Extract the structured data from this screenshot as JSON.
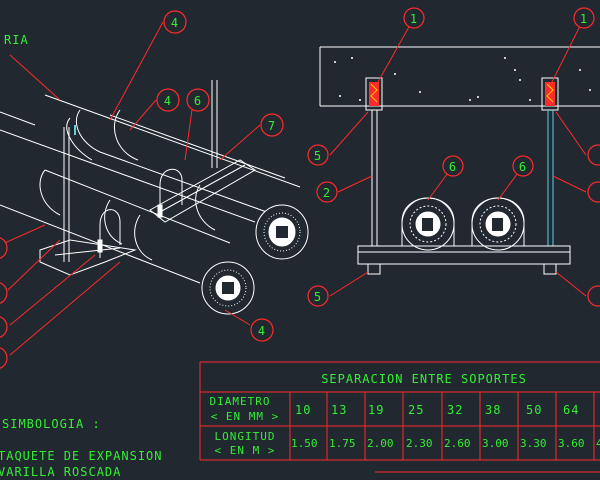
{
  "colors": {
    "background": "#212830",
    "leader": "#ff2a2a",
    "text": "#33ee33",
    "lines": "#ffffff",
    "accent": "#5ad2e6"
  },
  "labels": {
    "top_left_partial": "RIA",
    "callout_1": "1",
    "callout_2": "2",
    "callout_4": "4",
    "callout_5": "5",
    "callout_6": "6",
    "callout_7": "7"
  },
  "table": {
    "title": "SEPARACION ENTRE SOPORTES",
    "row1_label_line1": "DIAMETRO",
    "row1_label_line2": "< EN MM >",
    "row2_label_line1": "LONGITUD",
    "row2_label_line2": "< EN M >",
    "diameters": [
      "10",
      "13",
      "19",
      "25",
      "32",
      "38",
      "50",
      "64"
    ],
    "lengths": [
      "1.50",
      "1.75",
      "2.00",
      "2.30",
      "2.60",
      "3.00",
      "3.30",
      "3.60",
      "4"
    ]
  },
  "legend": {
    "title": "SIMBOLOGIA :",
    "item1": "TAQUETE DE EXPANSION",
    "item2": "VARILLA ROSCADA"
  }
}
